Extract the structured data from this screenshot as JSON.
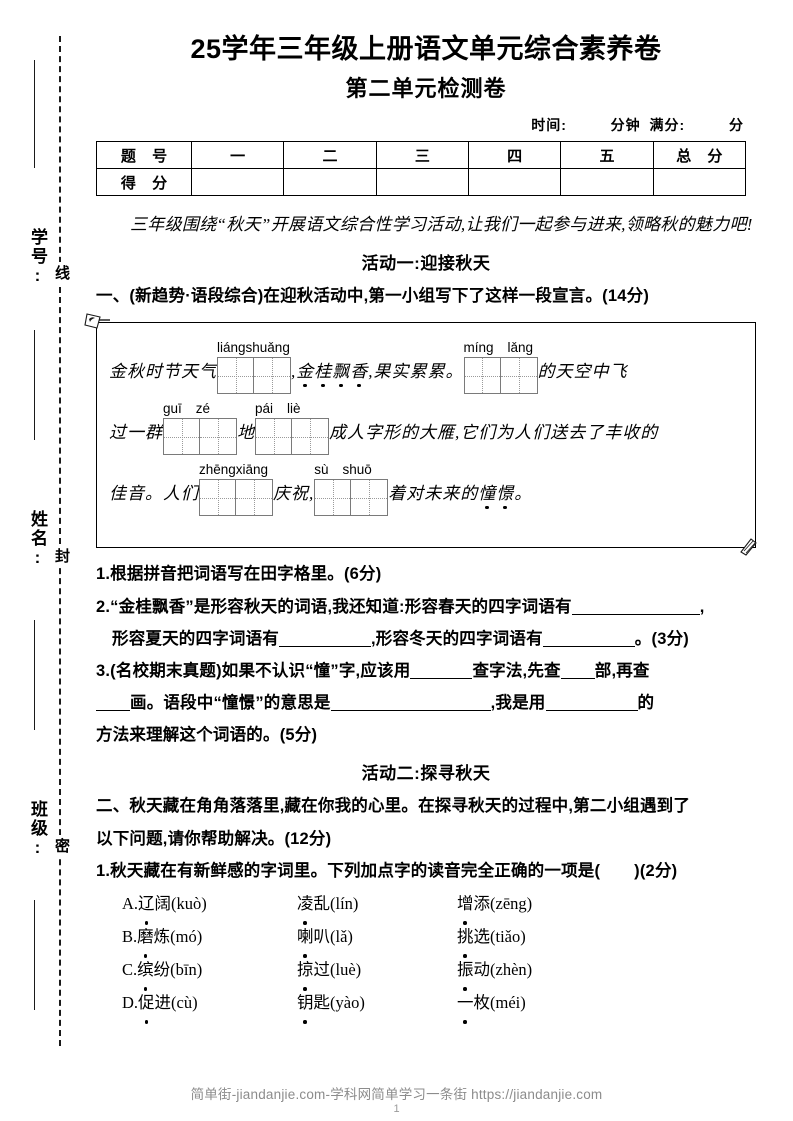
{
  "paper": {
    "title": "25学年三年级上册语文单元综合素养卷",
    "subtitle": "第二单元检测卷",
    "time_label": "时间:",
    "time_unit": "分钟",
    "fullmark_label": "满分:",
    "fullmark_unit": "分"
  },
  "score_table": {
    "row_label_1": "题 号",
    "row_label_2": "得 分",
    "columns": [
      "一",
      "二",
      "三",
      "四",
      "五",
      "总 分"
    ],
    "scores": [
      "",
      "",
      "",
      "",
      "",
      ""
    ]
  },
  "seal": {
    "fields": [
      "学号:",
      "姓名:",
      "班级:"
    ],
    "words": [
      "线",
      "封",
      "密"
    ]
  },
  "intro": "三年级围绕“秋天”开展语文综合性学习活动,让我们一起参与进来,领略秋的魅力吧!",
  "activity_1": {
    "heading": "活动一:迎接秋天",
    "stem": "一、(新趋势·语段综合)在迎秋活动中,第一小组写下了这样一段宣言。(14分)",
    "passage": {
      "line1": {
        "lead": "金秋时节天气",
        "word1": {
          "pinyin": [
            "liáng",
            "shuǎng"
          ],
          "boxes": 2
        },
        "mid": ",金桂飘香,果实累累。",
        "emph_mid": "金桂飘香",
        "word2": {
          "pinyin": [
            "míng",
            "lǎng"
          ],
          "boxes": 2
        },
        "tail": "的天空中飞"
      },
      "line2": {
        "lead": "过一群",
        "word1": {
          "pinyin": [
            "guī",
            "zé"
          ],
          "boxes": 2
        },
        "mid": "地",
        "word2": {
          "pinyin": [
            "pái",
            "liè"
          ],
          "boxes": 2
        },
        "tail": "成人字形的大雁,它们为人们送去了丰收的"
      },
      "line3": {
        "lead": "佳音。人们",
        "word1": {
          "pinyin": [
            "zhēng",
            "xiāng"
          ],
          "boxes": 2
        },
        "mid": "庆祝,",
        "word2": {
          "pinyin": [
            "sù",
            "shuō"
          ],
          "boxes": 2
        },
        "tail": "着对未来的憧憬。",
        "emph_tail": "憧憬"
      }
    },
    "questions": [
      {
        "num": "1.",
        "text": "根据拼音把词语写在田字格里。(6分)"
      },
      {
        "num": "2.",
        "line1_a": "“金桂飘香”是形容秋天的词语,我还知道:形容春天的四字词语有",
        "line1_b": ",",
        "line2_a": "形容夏天的四字词语有",
        "line2_b": ",形容冬天的四字词语有",
        "line2_c": "。(3分)"
      },
      {
        "num": "3.",
        "line1_a": "(名校期末真题)如果不认识“憧”字,应该用",
        "line1_b": "查字法,先查",
        "line1_c": "部,再查",
        "line2_a": "画。语段中“憧憬”的意思是",
        "line2_b": ",我是用",
        "line2_c": "的",
        "line3": "方法来理解这个词语的。(5分)"
      }
    ]
  },
  "activity_2": {
    "heading": "活动二:探寻秋天",
    "stem_line1": "二、秋天藏在角角落落里,藏在你我的心里。在探寻秋天的过程中,第二小组遇到了",
    "stem_line2": "以下问题,请你帮助解决。(12分)",
    "question": {
      "num": "1.",
      "text_a": "秋天藏在有新鲜感的字词里。下列加点字的读音完全正确的一项是(",
      "text_b": ")(2分)"
    },
    "choices": [
      {
        "label": "A.",
        "items": [
          {
            "dot_char": "辽",
            "rest": "阔(kuò)"
          },
          {
            "dot_char": "凌",
            "rest": "乱(lín)"
          },
          {
            "dot_char": "增",
            "rest": "添(zēng)"
          }
        ]
      },
      {
        "label": "B.",
        "items": [
          {
            "dot_char": "磨",
            "rest": "炼(mó)"
          },
          {
            "dot_char": "喇",
            "rest": "叭(lǎ)"
          },
          {
            "dot_char": "挑",
            "rest": "选(tiǎo)"
          }
        ]
      },
      {
        "label": "C.",
        "items": [
          {
            "dot_char": "缤",
            "rest": "纷(bīn)"
          },
          {
            "dot_char": "掠",
            "rest": "过(luè)"
          },
          {
            "dot_char": "振",
            "rest": "动(zhèn)"
          }
        ]
      },
      {
        "label": "D.",
        "items": [
          {
            "dot_char": "促",
            "rest": "进(cù)"
          },
          {
            "dot_char": "钥",
            "rest": "匙(yào)"
          },
          {
            "dot_char": "一",
            "rest": "枚(méi)"
          }
        ]
      }
    ]
  },
  "footer": {
    "watermark": "简单街-jiandanjie.com-学科网简单学习一条街 https://jiandanjie.com",
    "page_number": "1"
  }
}
